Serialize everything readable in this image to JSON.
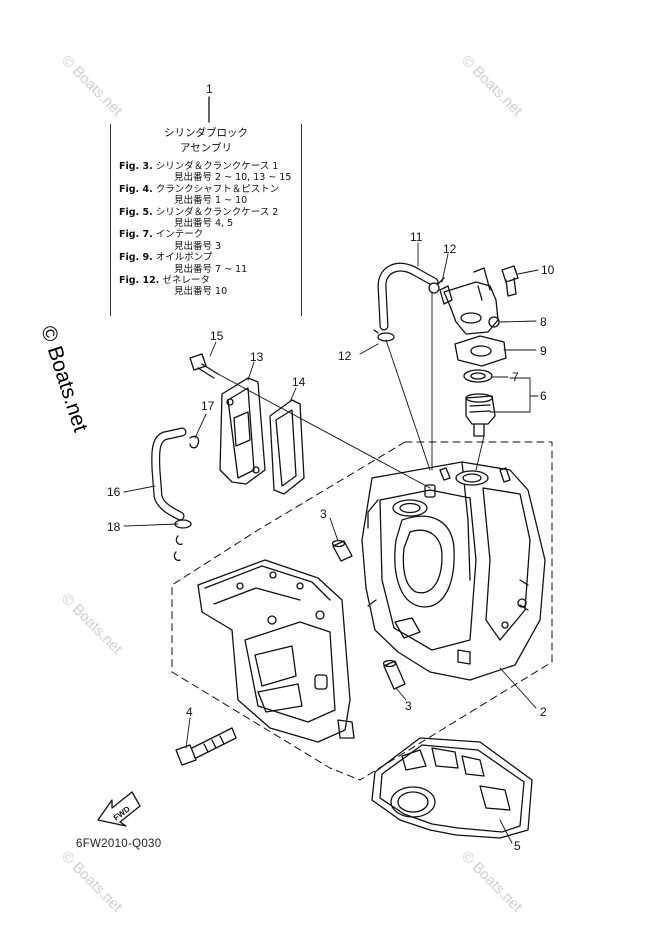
{
  "watermark": {
    "main": "© Boats.net",
    "faint": "© Boats.net"
  },
  "note": {
    "ref_number": "1",
    "title_line1": "シリンダブロック",
    "title_line2": "アセンブリ",
    "refs": [
      {
        "fig": "Fig. 3.",
        "text": "シリンダ＆クランクケース 1",
        "sub": "見出番号 2 ~ 10, 13 ~ 15"
      },
      {
        "fig": "Fig. 4.",
        "text": "クランクシャフト＆ピストン",
        "sub": "見出番号 1 ~ 10"
      },
      {
        "fig": "Fig. 5.",
        "text": "シリンダ＆クランクケース 2",
        "sub": "見出番号 4, 5"
      },
      {
        "fig": "Fig. 7.",
        "text": "インテーク",
        "sub": "見出番号 3"
      },
      {
        "fig": "Fig. 9.",
        "text": "オイルポンプ",
        "sub": "見出番号 7 ~ 11"
      },
      {
        "fig": "Fig. 12.",
        "text": "ゼネレータ",
        "sub": "見出番号 10"
      }
    ]
  },
  "callouts": {
    "c2": "2",
    "c3a": "3",
    "c3b": "3",
    "c4": "4",
    "c5": "5",
    "c6": "6",
    "c7": "7",
    "c8": "8",
    "c9": "9",
    "c10": "10",
    "c11": "11",
    "c12a": "12",
    "c12b": "12",
    "c13": "13",
    "c14": "14",
    "c15": "15",
    "c16": "16",
    "c17": "17",
    "c18": "18"
  },
  "fwd_label": "FWD",
  "diagram_code": "6FW2010-Q030"
}
